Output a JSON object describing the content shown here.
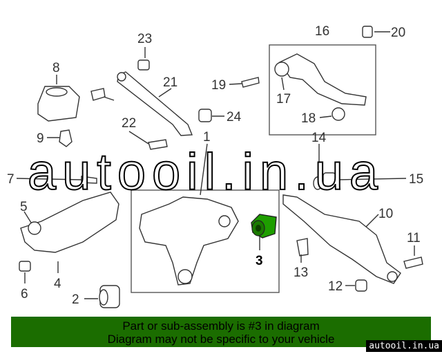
{
  "callouts": [
    "1",
    "2",
    "3",
    "4",
    "5",
    "6",
    "7",
    "8",
    "9",
    "10",
    "11",
    "12",
    "13",
    "14",
    "15",
    "16",
    "17",
    "18",
    "19",
    "20",
    "21",
    "22",
    "23",
    "24"
  ],
  "highlighted_part": "3",
  "highlight_color": "#1e9e00",
  "watermark": "autooil.in.ua",
  "banner": {
    "line1": "Part or sub-assembly is #3 in diagram",
    "line2": "Diagram may not be specific to your vehicle",
    "color": "#1b6d00"
  },
  "badge": "autooil.in.ua"
}
